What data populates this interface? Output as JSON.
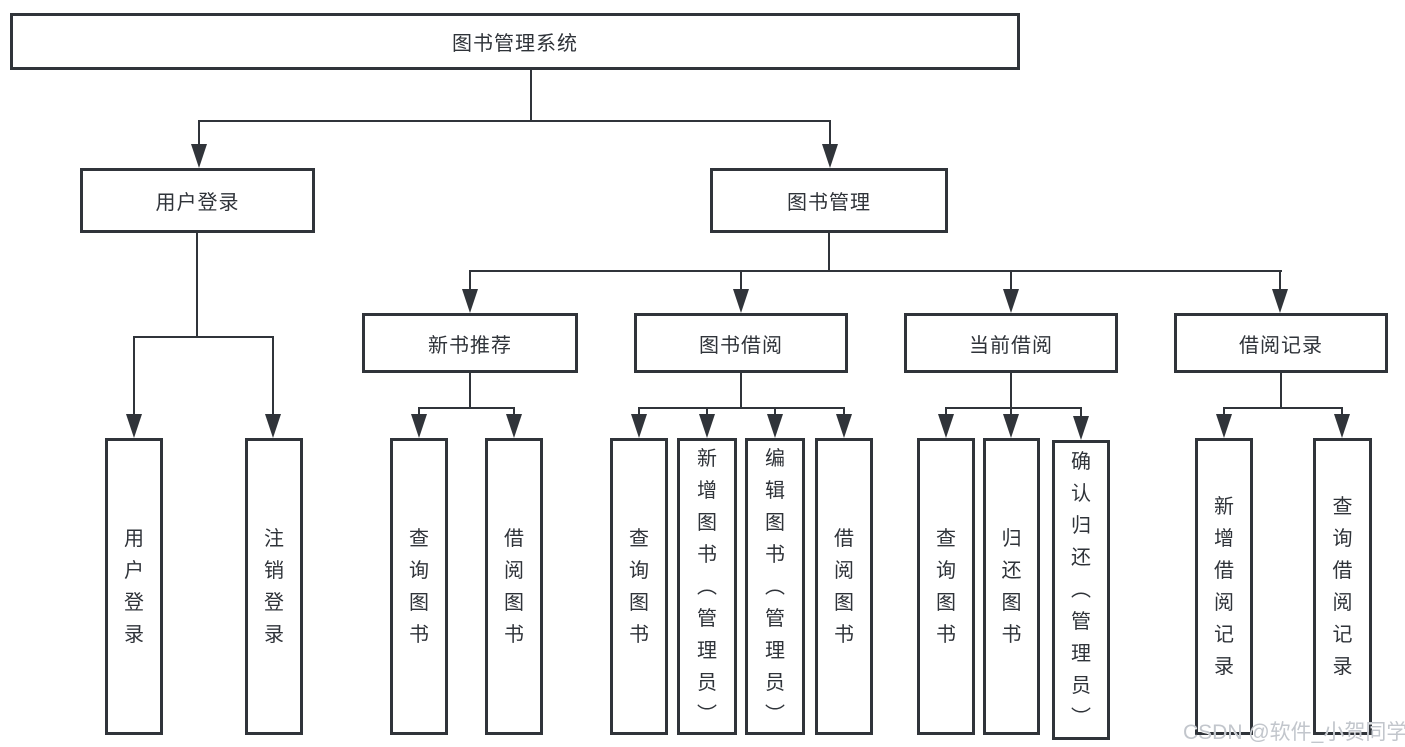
{
  "watermark": {
    "text": "CSDN @软件_小贺同学"
  },
  "colors": {
    "line": "#30343a",
    "text": "#2f3339",
    "background": "#ffffff",
    "watermark": "#c2c6cc"
  },
  "tree": {
    "label": "图书管理系统",
    "children": [
      {
        "label": "用户登录",
        "children": [
          {
            "label": "用户登录"
          },
          {
            "label": "注销登录"
          }
        ]
      },
      {
        "label": "图书管理",
        "children": [
          {
            "label": "新书推荐",
            "children": [
              {
                "label": "查询图书"
              },
              {
                "label": "借阅图书"
              }
            ]
          },
          {
            "label": "图书借阅",
            "children": [
              {
                "label": "查询图书"
              },
              {
                "label": "新增图书（管理员）"
              },
              {
                "label": "编辑图书（管理员）"
              },
              {
                "label": "借阅图书"
              }
            ]
          },
          {
            "label": "当前借阅",
            "children": [
              {
                "label": "查询图书"
              },
              {
                "label": "归还图书"
              },
              {
                "label": "确认归还（管理员）"
              }
            ]
          },
          {
            "label": "借阅记录",
            "children": [
              {
                "label": "新增借阅记录"
              },
              {
                "label": "查询借阅记录"
              }
            ]
          }
        ]
      }
    ]
  }
}
